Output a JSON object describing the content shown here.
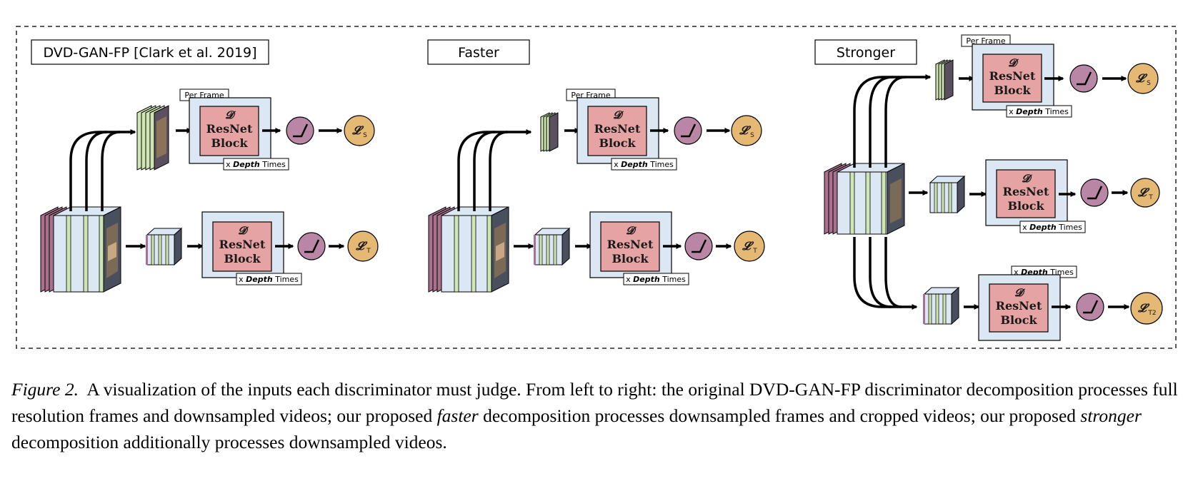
{
  "panels": {
    "dvd": {
      "title": "DVD-GAN-FP [Clark et al. 2019]",
      "per_frame": "Per Frame",
      "d_symbol": "𝓓",
      "resnet_label_1": "ResNet",
      "resnet_label_2": "Block",
      "depth_prefix": "x",
      "depth_word": "Depth",
      "depth_suffix": "Times",
      "loss_symbol": "𝓛",
      "loss_s": "S",
      "loss_t": "T"
    },
    "faster": {
      "title": "Faster",
      "per_frame": "Per Frame",
      "d_symbol": "𝓓",
      "resnet_label_1": "ResNet",
      "resnet_label_2": "Block",
      "depth_prefix": "x",
      "depth_word": "Depth",
      "depth_suffix": "Times",
      "loss_symbol": "𝓛",
      "loss_s": "S",
      "loss_t": "T"
    },
    "stronger": {
      "title": "Stronger",
      "per_frame": "Per Frame",
      "d_symbol": "𝓓",
      "resnet_label_1": "ResNet",
      "resnet_label_2": "Block",
      "depth_prefix": "x",
      "depth_word": "Depth",
      "depth_suffix": "Times",
      "loss_symbol": "𝓛",
      "loss_s": "S",
      "loss_t": "T",
      "loss_t2": "T2"
    }
  },
  "colors": {
    "frame_green": "#cfe6b4",
    "frame_blue": "#dbe7f3",
    "frame_purple": "#a8718d",
    "resnet_fill": "#e6a3a3",
    "resnet_bg": "#dbe7f3",
    "activation": "#b986a6",
    "loss": "#e5b874"
  },
  "caption": {
    "figure_label": "Figure 2.",
    "text_1": "A visualization of the inputs each discriminator must judge. From left to right: the original DVD-GAN-FP discriminator decomposition processes full resolution frames and downsampled videos; our proposed",
    "em_1": "faster",
    "text_2": "decomposition processes downsampled frames and cropped videos; our proposed",
    "em_2": "stronger",
    "text_3": "decomposition additionally processes downsampled videos."
  }
}
